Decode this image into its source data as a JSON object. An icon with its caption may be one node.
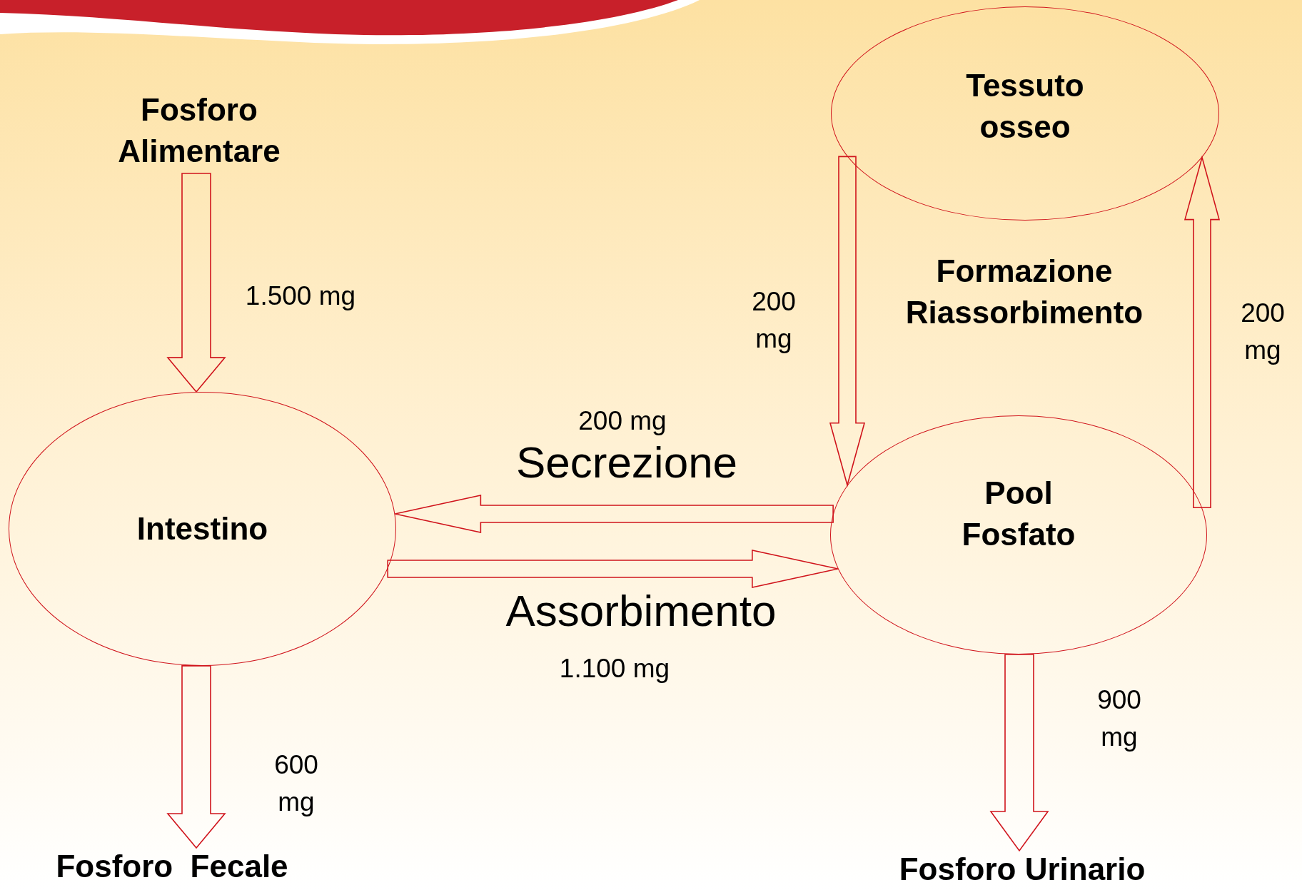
{
  "diagram": {
    "nodes": [
      {
        "text": [
          "Fosforo Alimentare"
        ]
      },
      {
        "text": [
          "Intestino"
        ]
      },
      {
        "text": [
          "Fosforo  Fecale"
        ]
      },
      {
        "text": [
          "Tessuto osseo"
        ]
      },
      {
        "text": [
          "Pool Fosfato"
        ]
      },
      {
        "text": [
          "Fosforo Urinario"
        ]
      }
    ],
    "edges": [
      {
        "from": 0,
        "to": 1,
        "arrow": "to",
        "label": "1.500 mg"
      },
      {
        "from": 1,
        "to": 2,
        "arrow": "to",
        "label": "600 mg"
      },
      {
        "from": 4,
        "to": 1,
        "arrow": "to",
        "label": "Secrezione"
      },
      {
        "from": 1,
        "to": 4,
        "arrow": "to",
        "label": "Assorbimento"
      },
      {
        "from": 3,
        "to": 4,
        "arrow": "to",
        "label": "200 mg"
      },
      {
        "from": 4,
        "to": 3,
        "arrow": "to",
        "label": "200 mg"
      },
      {
        "from": 4,
        "to": 5,
        "arrow": "to",
        "label": "900 mg"
      }
    ],
    "labels": [
      "Formazione Riassorbimento",
      "200 mg",
      "1.100 mg"
    ]
  }
}
